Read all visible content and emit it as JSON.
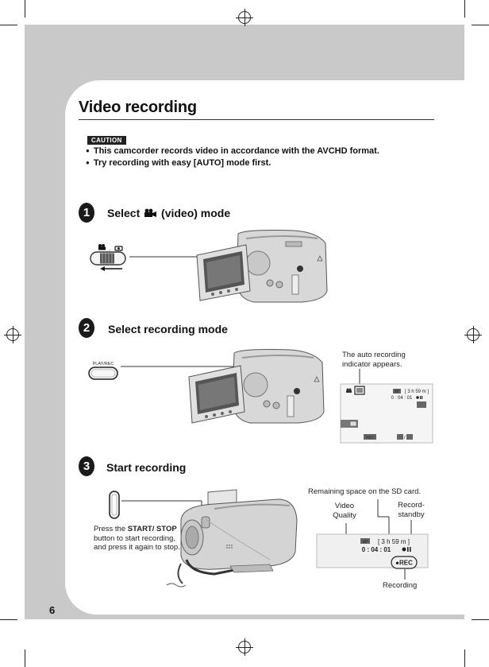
{
  "page": {
    "title": "Video recording",
    "page_number": "6"
  },
  "caution": {
    "label": "CAUTION",
    "items": [
      "This camcorder records video in accordance with the AVCHD format.",
      "Try recording with easy [AUTO] mode first."
    ]
  },
  "steps": [
    {
      "number": "1",
      "title_pre": "Select",
      "title_post": "(video) mode"
    },
    {
      "number": "2",
      "title": "Select recording mode"
    },
    {
      "number": "3",
      "title": "Start recording"
    }
  ],
  "step2": {
    "button_label": "PLAY/REC",
    "annotation_line1": "The auto recording",
    "annotation_line2": "indicator appears.",
    "lcd": {
      "quality": "XP",
      "remaining": "[ 3 h 59 m ]",
      "time": "0 : 04 : 01",
      "rec": "REC"
    }
  },
  "step3": {
    "press_pre": "Press the ",
    "press_bold": "START/ STOP",
    "press_post": " button to start recording, and press it again to stop.",
    "label_remaining": "Remaining space on the SD card.",
    "label_quality_1": "Video",
    "label_quality_2": "Quality",
    "label_standby_1": "Record-",
    "label_standby_2": "standby",
    "label_recording": "Recording",
    "lcd": {
      "quality": "XP",
      "remaining": "[ 3 h 59 m ]",
      "time": "0 : 04 : 01",
      "rec": "●REC"
    }
  }
}
